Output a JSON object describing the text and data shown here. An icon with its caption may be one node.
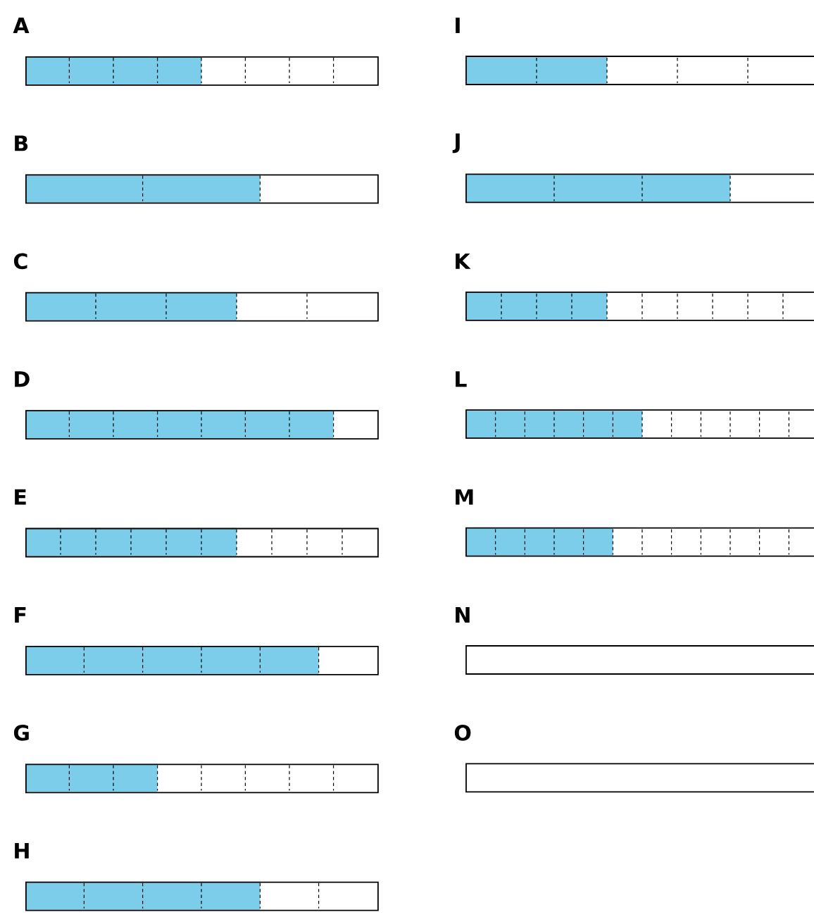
{
  "diagram": {
    "nodes": [
      {
        "text": [
          "A"
        ]
      },
      {
        "text": [
          "B"
        ]
      },
      {
        "text": [
          "C"
        ]
      },
      {
        "text": [
          "D"
        ]
      },
      {
        "text": [
          "E"
        ]
      },
      {
        "text": [
          "F"
        ]
      },
      {
        "text": [
          "G"
        ]
      },
      {
        "text": [
          "H"
        ]
      },
      {
        "text": [
          "I"
        ]
      },
      {
        "text": [
          "J"
        ]
      },
      {
        "text": [
          "K"
        ]
      },
      {
        "text": [
          "L"
        ]
      },
      {
        "text": [
          "M"
        ]
      },
      {
        "text": [
          "N"
        ]
      },
      {
        "text": [
          "O"
        ]
      }
    ]
  }
}
